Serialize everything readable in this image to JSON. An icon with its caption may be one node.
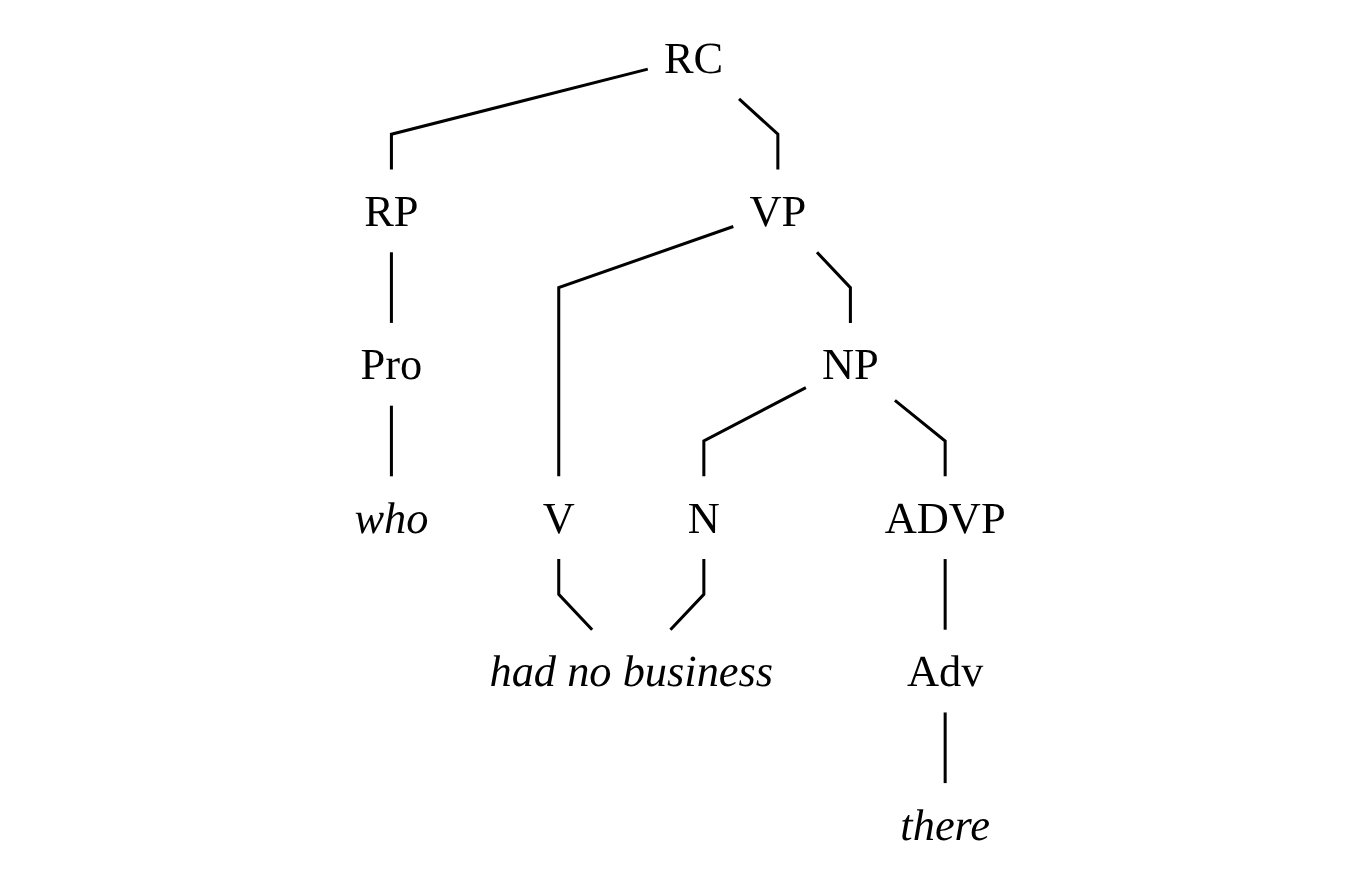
{
  "diagram": {
    "nodes": [
      {
        "text": [
          "RC"
        ]
      },
      {
        "text": [
          "RP"
        ]
      },
      {
        "text": [
          "VP"
        ]
      },
      {
        "text": [
          "Pro"
        ]
      },
      {
        "text": [
          "V"
        ]
      },
      {
        "text": [
          "NP"
        ]
      },
      {
        "text": [
          "N"
        ]
      },
      {
        "text": [
          "ADVP"
        ]
      },
      {
        "text": [
          "Adv"
        ]
      },
      {
        "text": [
          "who"
        ]
      },
      {
        "text": [
          "had no business"
        ]
      },
      {
        "text": [
          "there"
        ]
      }
    ],
    "edges": [
      {
        "from": 0,
        "to": 1,
        "arrow": "none"
      },
      {
        "from": 0,
        "to": 2,
        "arrow": "none"
      },
      {
        "from": 1,
        "to": 3,
        "arrow": "none"
      },
      {
        "from": 2,
        "to": 4,
        "arrow": "none"
      },
      {
        "from": 2,
        "to": 5,
        "arrow": "none"
      },
      {
        "from": 5,
        "to": 6,
        "arrow": "none"
      },
      {
        "from": 5,
        "to": 7,
        "arrow": "none"
      },
      {
        "from": 7,
        "to": 8,
        "arrow": "none"
      },
      {
        "from": 3,
        "to": 9,
        "arrow": "none"
      },
      {
        "from": 4,
        "to": 10,
        "arrow": "none"
      },
      {
        "from": 6,
        "to": 10,
        "arrow": "none"
      },
      {
        "from": 8,
        "to": 11,
        "arrow": "none"
      }
    ]
  }
}
